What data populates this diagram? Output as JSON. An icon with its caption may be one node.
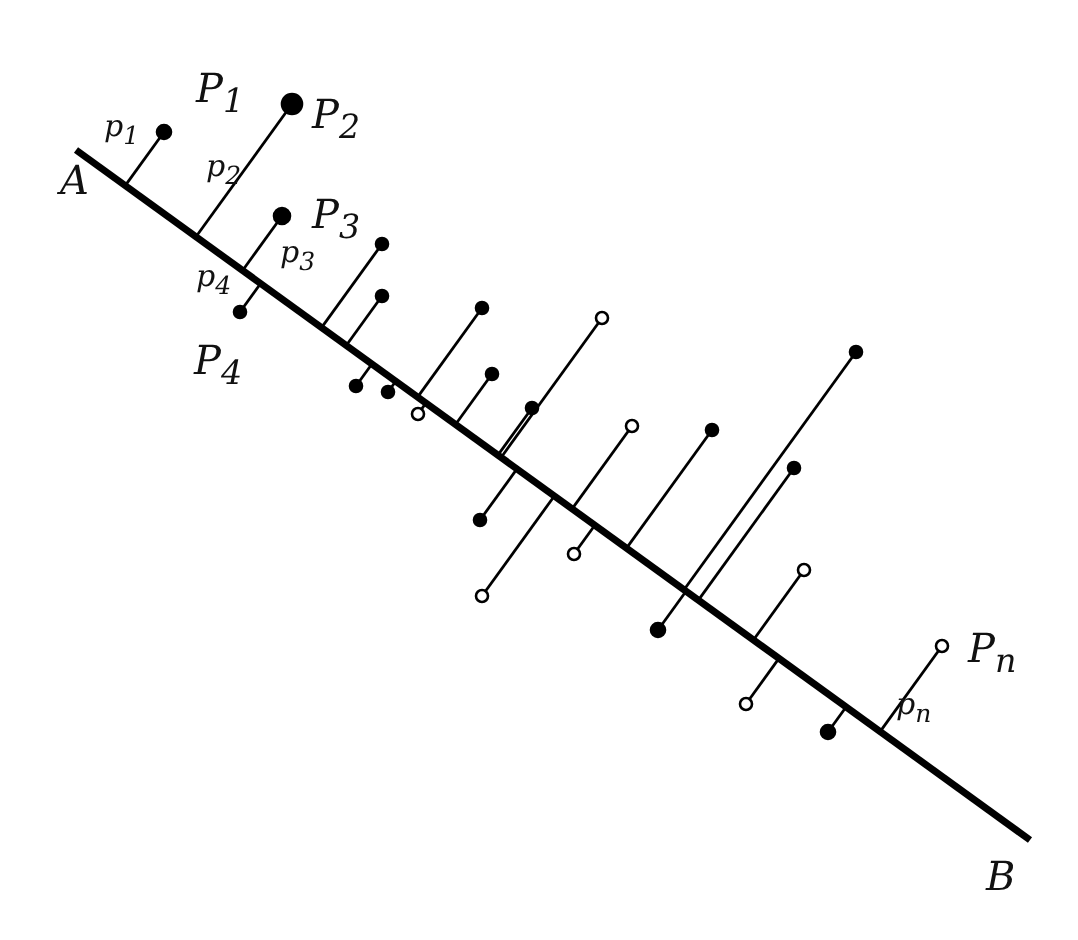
{
  "diagram": {
    "labels": [
      "A",
      "p$_{1}$",
      "P$_{1}$",
      "P$_{2}$",
      "p$_{2}$",
      "P$_{3}$",
      "p$_{3}$",
      "p$_{4}$",
      "P$_{4}$",
      "P$_{n}$",
      "p$_{n}$",
      "B"
    ]
  }
}
